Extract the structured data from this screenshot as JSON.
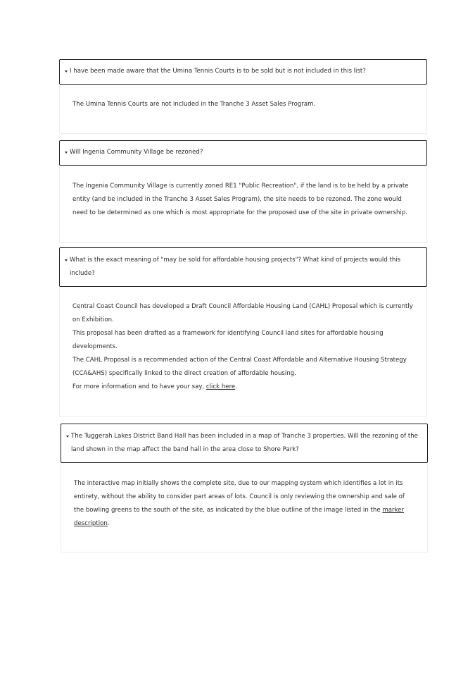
{
  "faqs": [
    {
      "question": "I have been made aware that the Umina Tennis Courts is to be sold but is not included in this list?",
      "answer": [
        "The Umina Tennis Courts are not included in the Tranche 3 Asset Sales Program."
      ]
    },
    {
      "question": "Will Ingenia Community Village be rezoned?",
      "answer": [
        "The Ingenia Community Village is currently zoned RE1 \"Public Recreation\", if the land is to be held by a private entity (and be included in the Tranche 3 Asset Sales Program),  the site needs to be rezoned. The zone would need to be determined as one which is most appropriate for the proposed use of the site in private ownership."
      ]
    },
    {
      "question": "What is the exact meaning of \"may be sold for affordable housing projects\"? What kind of projects would this include?",
      "answer": [
        "Central Coast Council has developed a Draft Council Affordable Housing Land (CAHL) Proposal which is currently on Exhibition.",
        "This proposal has been drafted as a framework for identifying Council land sites for affordable housing developments.",
        "The CAHL Proposal is a recommended action of the Central Coast Affordable and Alternative Housing Strategy (CCA&AHS) specifically linked to the direct creation of affordable housing."
      ],
      "answer_last_prefix": "For more information and to have your say, ",
      "answer_link": "click here",
      "answer_last_suffix": "."
    },
    {
      "question": "The Tuggerah Lakes District Band Hall has been included in a map of Tranche 3 properties. Will the rezoning of the land shown in the map affect the band hall in the area close to Shore Park?",
      "answer_prefix": "The interactive map initially shows the complete site, due to our mapping system which identifies a lot in its entirety, without the ability to consider part areas of lots. Council is only reviewing the ownership and sale of the bowling greens to the south of the site, as indicated by the blue outline of the image listed in the ",
      "answer_link": "marker description",
      "answer_suffix": "."
    }
  ]
}
